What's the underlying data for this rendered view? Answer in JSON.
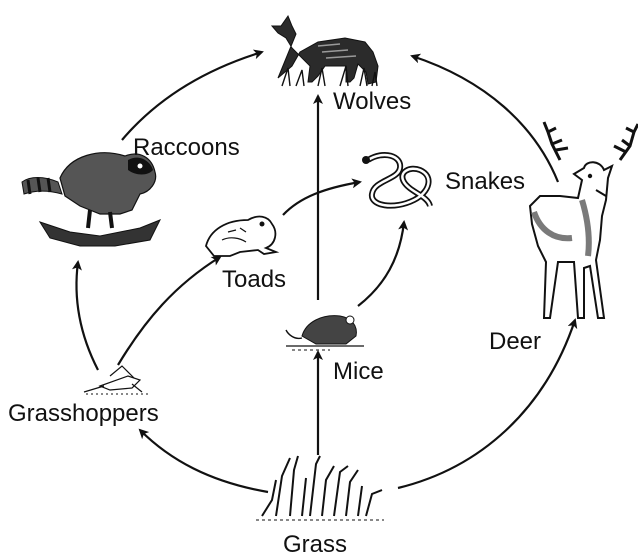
{
  "diagram": {
    "organisms": {
      "wolves": "Wolves",
      "raccoons": "Raccoons",
      "snakes": "Snakes",
      "toads": "Toads",
      "deer": "Deer",
      "mice": "Mice",
      "grasshoppers": "Grasshoppers",
      "grass": "Grass"
    },
    "energy_flow": [
      {
        "from": "Grass",
        "to": "Grasshoppers"
      },
      {
        "from": "Grass",
        "to": "Mice"
      },
      {
        "from": "Grass",
        "to": "Deer"
      },
      {
        "from": "Grasshoppers",
        "to": "Raccoons"
      },
      {
        "from": "Grasshoppers",
        "to": "Toads"
      },
      {
        "from": "Toads",
        "to": "Snakes"
      },
      {
        "from": "Mice",
        "to": "Snakes"
      },
      {
        "from": "Mice",
        "to": "Wolves"
      },
      {
        "from": "Raccoons",
        "to": "Wolves"
      },
      {
        "from": "Deer",
        "to": "Wolves"
      }
    ],
    "colors": {
      "ink": "#111111",
      "background": "#ffffff",
      "shade": "#7a7a7a"
    }
  }
}
